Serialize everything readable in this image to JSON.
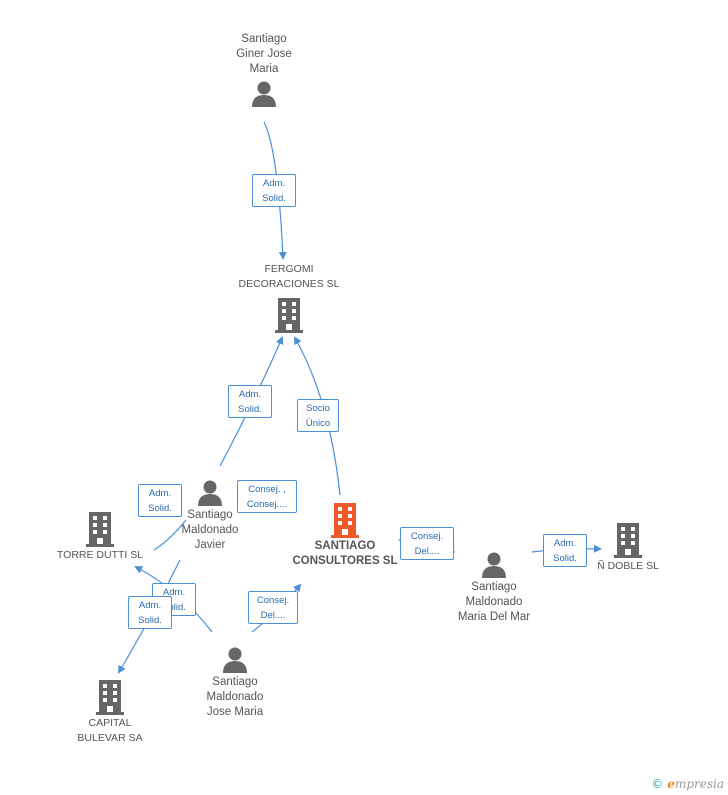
{
  "nodes": {
    "giner": {
      "label": "Santiago\nGiner Jose\nMaria"
    },
    "fergomi": {
      "label": "FERGOMI\nDECORACIONES SL"
    },
    "javier": {
      "label": "Santiago\nMaldonado\nJavier"
    },
    "consultores": {
      "label": "SANTIAGO\nCONSULTORES SL"
    },
    "torre": {
      "label": "TORRE DUTTI SL"
    },
    "mariadelmar": {
      "label": "Santiago\nMaldonado\nMaria Del Mar"
    },
    "doble": {
      "label": "Ñ DOBLE SL"
    },
    "josemaria": {
      "label": "Santiago\nMaldonado\nJose Maria"
    },
    "capital": {
      "label": "CAPITAL\nBULEVAR SA"
    }
  },
  "edges": {
    "e1": {
      "label": "Adm.\nSolid."
    },
    "e2": {
      "label": "Adm.\nSolid."
    },
    "e3": {
      "label": "Socio\nÚnico"
    },
    "e4": {
      "label": "Adm.\nSolid."
    },
    "e5": {
      "label": "Consej. ,\nConsej...."
    },
    "e6": {
      "label": "Adm.\nSolid."
    },
    "e7": {
      "label": "Adm.\nSolid."
    },
    "e8": {
      "label": "Consej.\nDel...."
    },
    "e9": {
      "label": "Consej.\nDel...."
    },
    "e10": {
      "label": "Adm.\nSolid."
    }
  },
  "brand": {
    "copyright": "©",
    "first": "e",
    "rest": "mpresia"
  },
  "colors": {
    "edge": "#4a90d9",
    "icon": "#666666",
    "main_icon": "#f05a28"
  }
}
